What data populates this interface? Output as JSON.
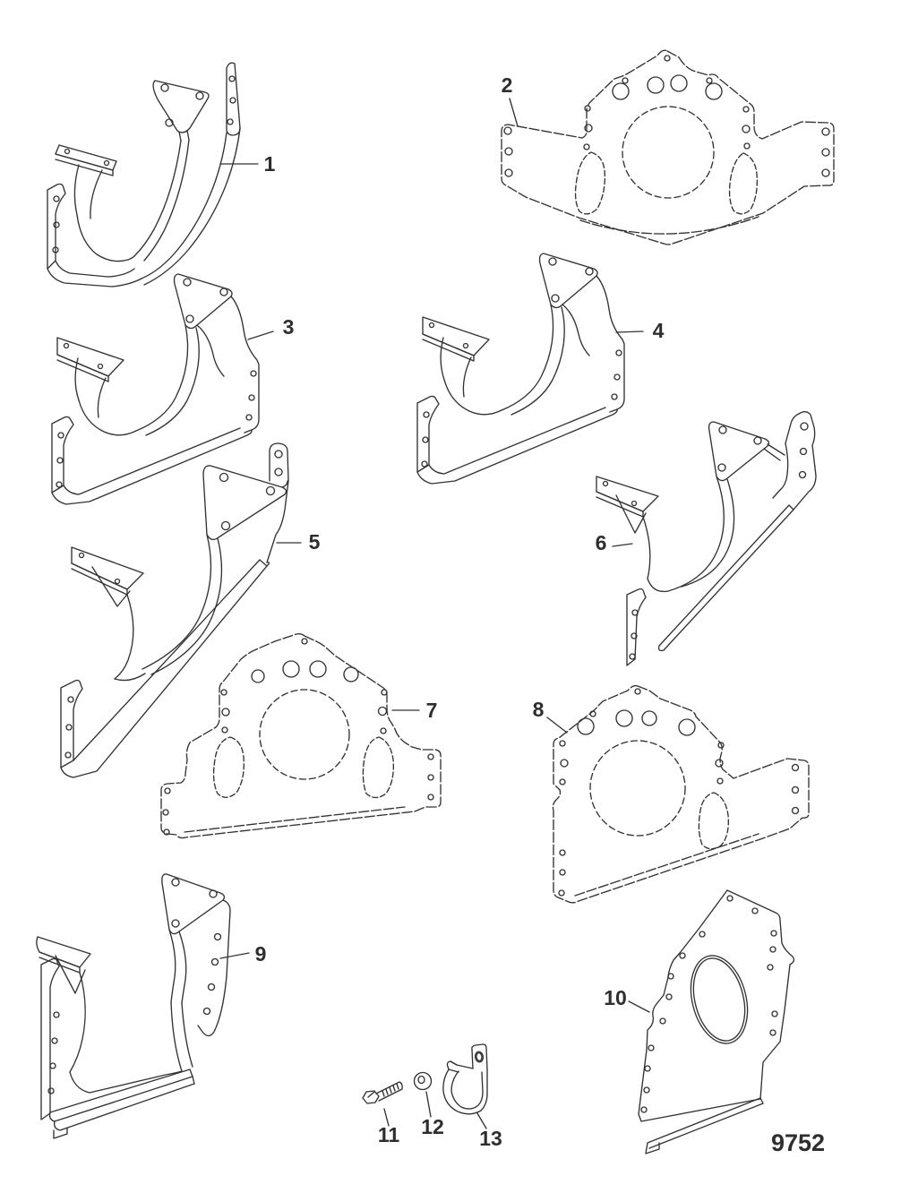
{
  "diagram": {
    "drawing_number": "9752",
    "callouts": [
      {
        "label": "1"
      },
      {
        "label": "2"
      },
      {
        "label": "3"
      },
      {
        "label": "4"
      },
      {
        "label": "5"
      },
      {
        "label": "6"
      },
      {
        "label": "7"
      },
      {
        "label": "8"
      },
      {
        "label": "9"
      },
      {
        "label": "10"
      },
      {
        "label": "11"
      },
      {
        "label": "12"
      },
      {
        "label": "13"
      }
    ]
  },
  "colors": {
    "line": "#333333",
    "label": "#2e2e2e",
    "background": "#ffffff"
  }
}
